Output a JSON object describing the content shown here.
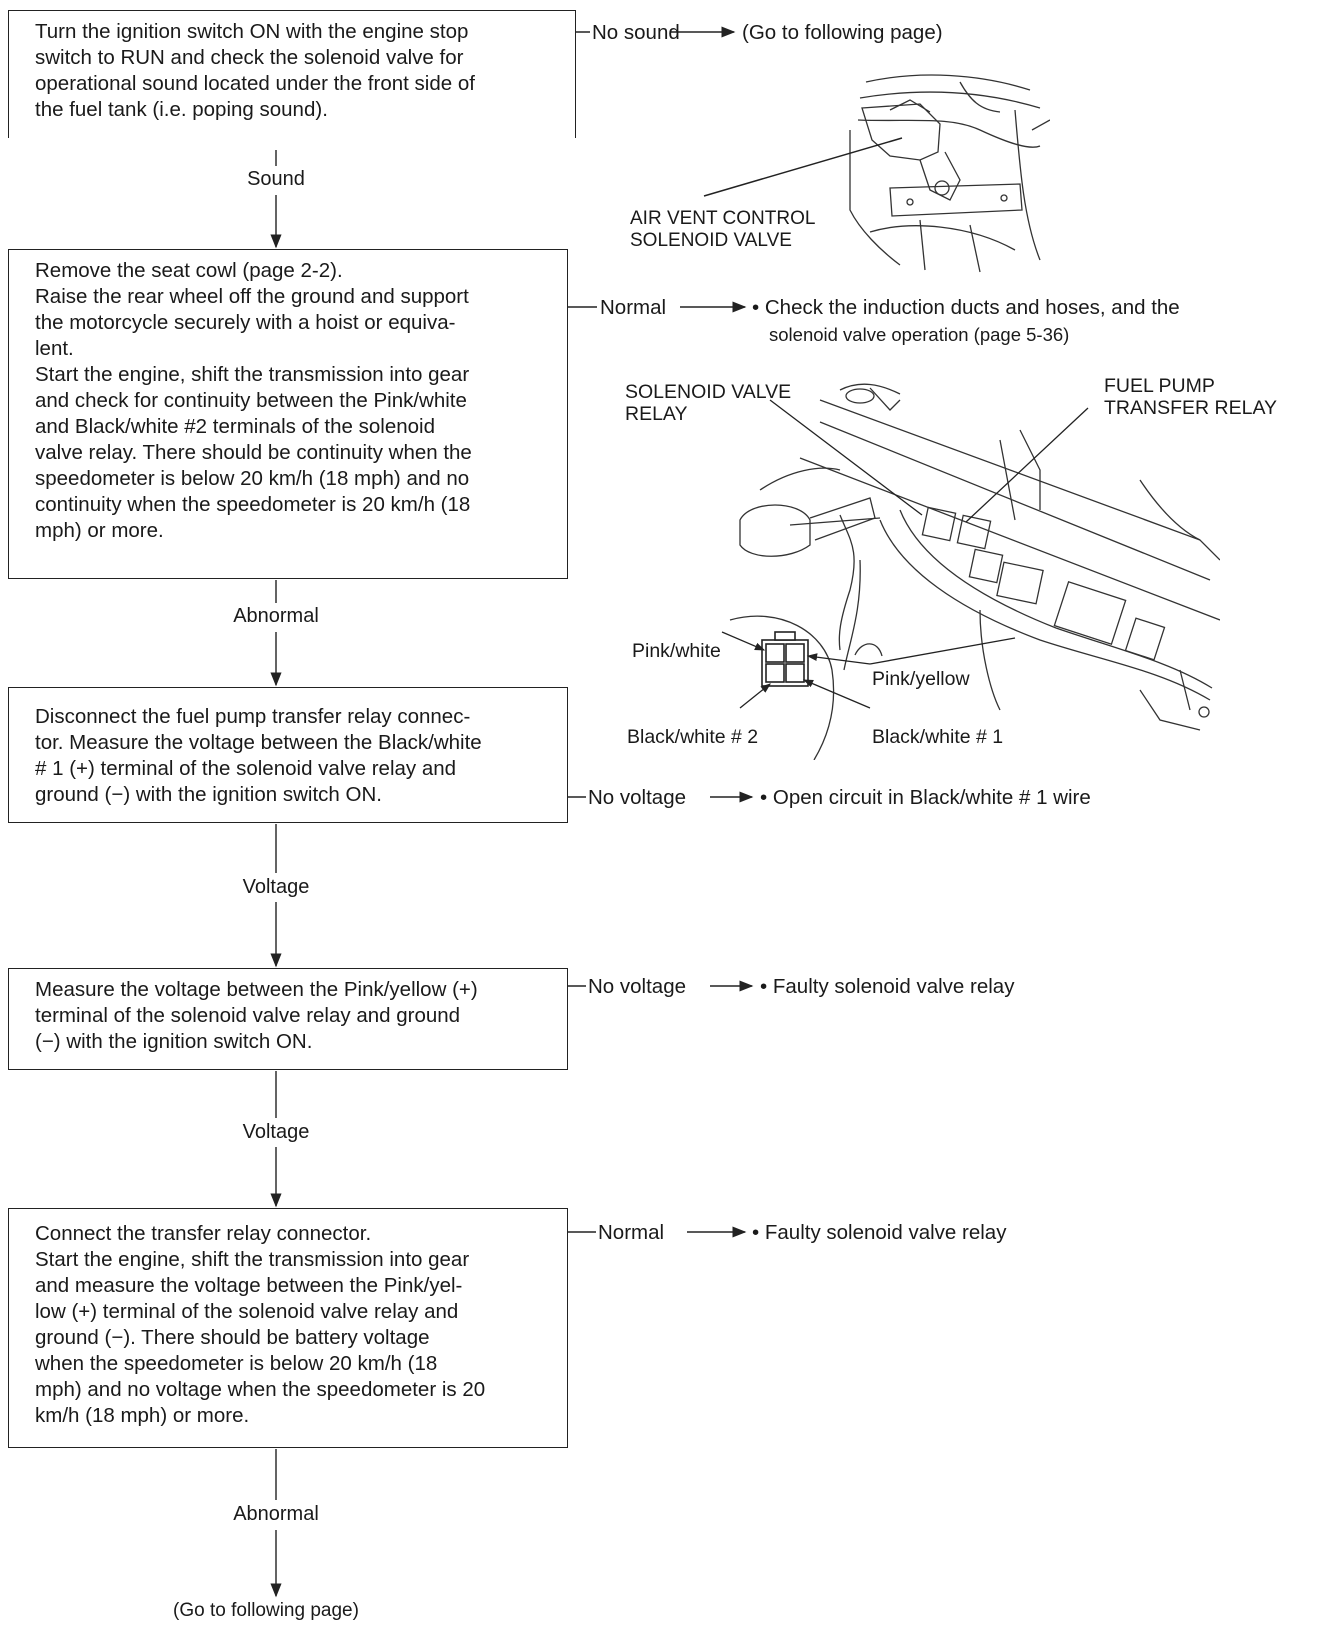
{
  "steps": [
    {
      "lines": [
        "Turn the ignition switch ON with the engine stop",
        "switch to RUN and check the solenoid valve for",
        "operational sound located under the front side of",
        "the fuel tank (i.e. poping sound)."
      ],
      "branch_label": "No sound",
      "branch_result": "(Go to following page)",
      "next_label": "Sound"
    },
    {
      "lines": [
        "Remove the seat cowl (page 2-2).",
        "Raise the rear wheel off the ground and support",
        "the motorcycle securely with a hoist or equiva-",
        "lent.",
        "Start the engine, shift the transmission into gear",
        "and check for continuity between the Pink/white",
        "and Black/white #2 terminals of the solenoid",
        "valve relay. There should be continuity when the",
        "speedometer is below 20 km/h (18 mph) and no",
        "continuity when the speedometer is 20 km/h (18",
        "mph) or more."
      ],
      "branch_label": "Normal",
      "branch_result_lines": [
        "• Check the induction ducts and hoses, and the",
        "solenoid valve operation (page 5-36)"
      ],
      "next_label": "Abnormal"
    },
    {
      "lines": [
        "Disconnect the fuel pump transfer relay connec-",
        "tor. Measure the voltage between the Black/white",
        "# 1 (+) terminal of the solenoid valve relay and",
        "ground (−) with the ignition switch ON."
      ],
      "branch_label": "No voltage",
      "branch_result": "• Open circuit in  Black/white # 1 wire",
      "next_label": "Voltage"
    },
    {
      "lines": [
        "Measure the voltage between the Pink/yellow (+)",
        "terminal of the solenoid valve relay and ground",
        "(−) with the ignition switch ON."
      ],
      "branch_label": "No voltage",
      "branch_result": "• Faulty solenoid valve relay",
      "next_label": "Voltage"
    },
    {
      "lines": [
        "Connect the transfer relay connector.",
        "Start the engine, shift the transmission into gear",
        "and measure the voltage between the Pink/yel-",
        "low (+) terminal of the solenoid valve relay and",
        "ground (−). There should be battery voltage",
        "when the speedometer is below 20 km/h (18",
        "mph) and no voltage when the speedometer is 20",
        "km/h (18 mph) or more."
      ],
      "branch_label": "Normal",
      "branch_result": "• Faulty solenoid valve relay",
      "next_label": "Abnormal"
    }
  ],
  "final_result": "(Go to following page)",
  "figure1": {
    "callout_lines": [
      "AIR VENT CONTROL",
      "SOLENOID VALVE"
    ]
  },
  "figure2": {
    "callout_left_lines": [
      "SOLENOID VALVE",
      "RELAY"
    ],
    "callout_right_lines": [
      "FUEL PUMP",
      "TRANSFER RELAY"
    ],
    "pin_pink_white": "Pink/white",
    "pin_pink_yellow": "Pink/yellow",
    "pin_black_white_2": "Black/white # 2",
    "pin_black_white_1": "Black/white # 1"
  }
}
